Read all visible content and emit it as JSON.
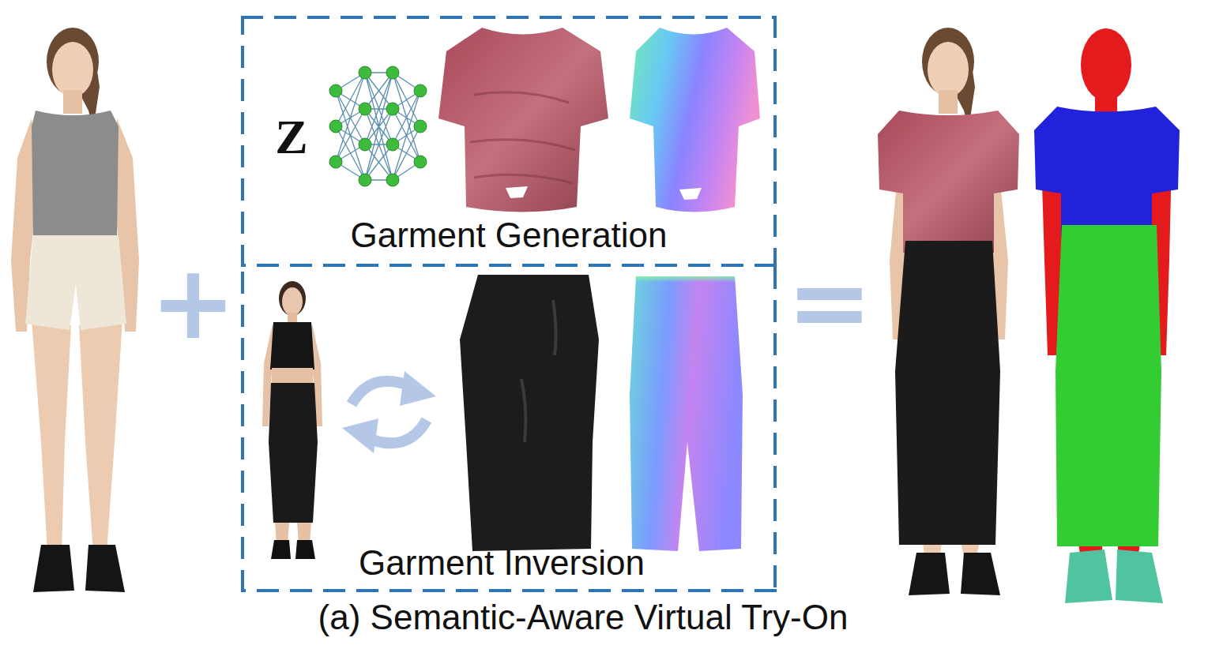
{
  "diagram": {
    "caption": "(a) Semantic-Aware Virtual Try-On",
    "nodes": [
      {
        "text": [
          "Z",
          "Garment Generation"
        ]
      },
      {
        "text": [
          "Garment Inversion"
        ]
      }
    ],
    "labels": [
      "+",
      "="
    ]
  }
}
